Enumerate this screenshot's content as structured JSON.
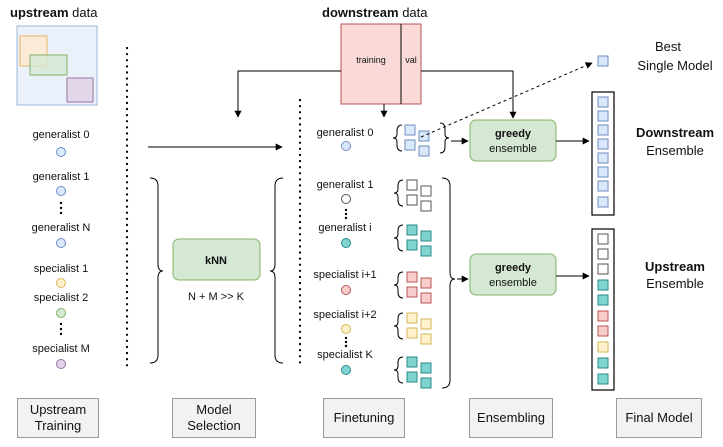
{
  "titles": {
    "upstream_bold": "upstream",
    "upstream_rest": " data",
    "downstream_bold": "downstream",
    "downstream_rest": " data"
  },
  "split": {
    "train": "training",
    "val": "val"
  },
  "upstream_models": {
    "g0": "generalist 0",
    "g1": "generalist 1",
    "gN": "generalist N",
    "s1": "specialist 1",
    "s2": "specialist 2",
    "sM": "specialist M"
  },
  "knn": {
    "label": "kNN",
    "constraint": "N + M >> K"
  },
  "finetune_models": {
    "g0": "generalist 0",
    "g1": "generalist 1",
    "gi": "generalist i",
    "si1": "specialist i+1",
    "si2": "specialist i+2",
    "sK": "specialist K"
  },
  "ensembles": {
    "top_bold": "greedy",
    "top_rest": "ensemble",
    "bottom_bold": "greedy",
    "bottom_rest": "ensemble"
  },
  "outputs": {
    "best_line1": "Best",
    "best_line2": "Single Model",
    "down_bold": "Downstream",
    "down_rest": "Ensemble",
    "up_bold": "Upstream",
    "up_rest": "Ensemble"
  },
  "stages": {
    "s1_line1": "Upstream",
    "s1_line2": "Training",
    "s2_line1": "Model",
    "s2_line2": "Selection",
    "s3": "Finetuning",
    "s4": "Ensembling",
    "s5": "Final Model"
  },
  "colors": {
    "blue_fill": "#dae8fc",
    "blue_stroke": "#6c8ebf",
    "gray_fill": "#ffffff",
    "gray_stroke": "#555555",
    "teal_fill": "#7fd4d0",
    "teal_stroke": "#2a8a8a",
    "red_fill": "#f8cecc",
    "red_stroke": "#b85450",
    "yellow_fill": "#fff2cc",
    "yellow_stroke": "#d6b656",
    "green_fill": "#d5e8d4",
    "green_stroke": "#82b366",
    "purple_fill": "#e1d5e7",
    "purple_stroke": "#9673a6",
    "pink_fill": "#f8cecc"
  }
}
